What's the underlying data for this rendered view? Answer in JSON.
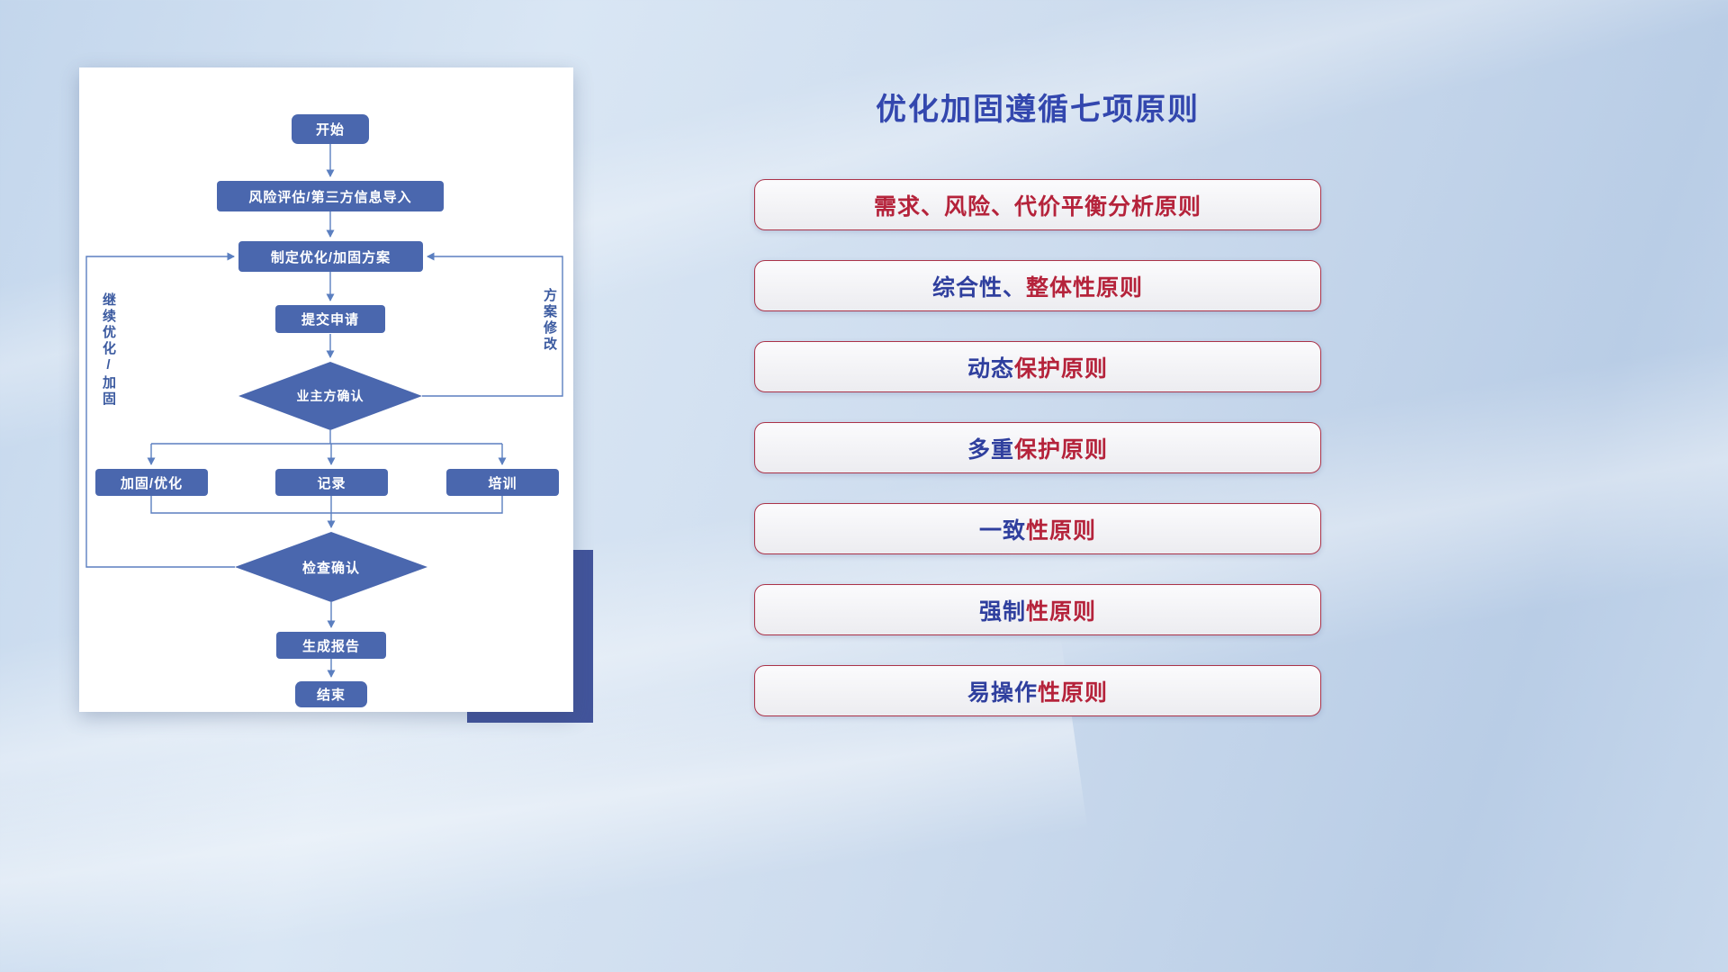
{
  "flowchart": {
    "nodes": {
      "start": "开始",
      "risk_import": "风险评估/第三方信息导入",
      "make_plan": "制定优化/加固方案",
      "submit": "提交申请",
      "owner_confirm": "业主方确认",
      "reinforce": "加固/优化",
      "record": "记录",
      "training": "培训",
      "check_confirm": "检查确认",
      "report": "生成报告",
      "end": "结束"
    },
    "edge_labels": {
      "continue_optimize": "继续优化/加固",
      "plan_revise": "方案修改"
    }
  },
  "panel": {
    "title": "优化加固遵循七项原则",
    "principles": [
      {
        "blue": "",
        "red": "需求、风险、代价平衡分析原则"
      },
      {
        "blue": "综合性、",
        "red": "整体性原则"
      },
      {
        "blue": "动态",
        "red": "保护原则"
      },
      {
        "blue": "多重",
        "red": "保护原则"
      },
      {
        "blue": "一致",
        "red": "性原则"
      },
      {
        "blue": "强制",
        "red": "性原则"
      },
      {
        "blue": "易操作",
        "red": "性原则"
      }
    ]
  },
  "colors": {
    "title_blue": "#3347ae",
    "principle_blue": "#2f3f9e",
    "principle_red": "#b5233b",
    "node_fill": "#4a67ae",
    "connector": "#5b7fc0",
    "accent_block": "#42549b"
  }
}
